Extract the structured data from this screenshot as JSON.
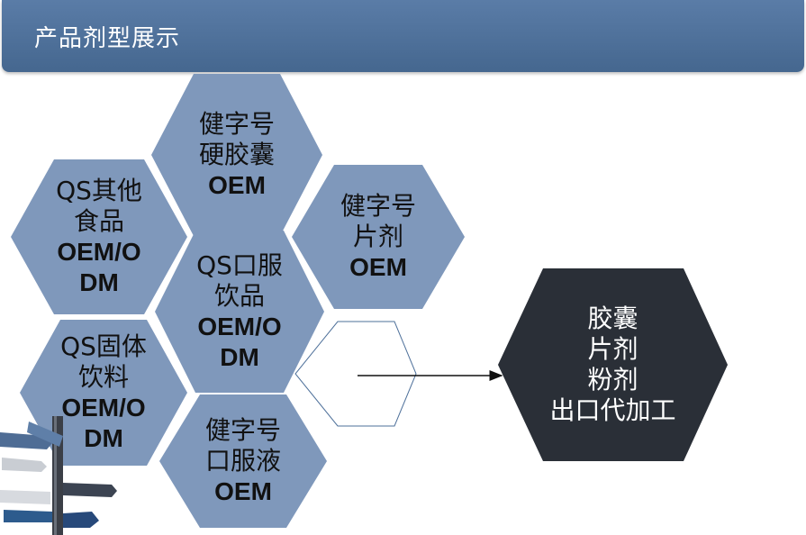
{
  "title": "产品剂型展示",
  "hexagons": [
    {
      "id": "hard-capsule",
      "lines": [
        "健字号",
        "硬胶囊",
        "OEM"
      ]
    },
    {
      "id": "tablet",
      "lines": [
        "健字号",
        "片剂",
        "OEM"
      ]
    },
    {
      "id": "qs-other-food",
      "lines": [
        "QS其他",
        "食品",
        "OEM/O",
        "DM"
      ]
    },
    {
      "id": "qs-oral-drink",
      "lines": [
        "QS口服",
        "饮品",
        "OEM/O",
        "DM"
      ]
    },
    {
      "id": "qs-solid-drink",
      "lines": [
        "QS固体",
        "饮料",
        "OEM/O",
        "DM"
      ]
    },
    {
      "id": "oral-liquid",
      "lines": [
        "健字号",
        "口服液",
        "OEM"
      ]
    },
    {
      "id": "processing",
      "lines": [
        "胶囊",
        "片剂",
        "粉剂",
        "出口代加工"
      ]
    }
  ],
  "colors": {
    "title_bar": "#4e709a",
    "hex_fill": "#7f98bb",
    "hex_dark": "#2a2f37",
    "outline_hex": "#4e709a",
    "arrow": "#111111"
  }
}
